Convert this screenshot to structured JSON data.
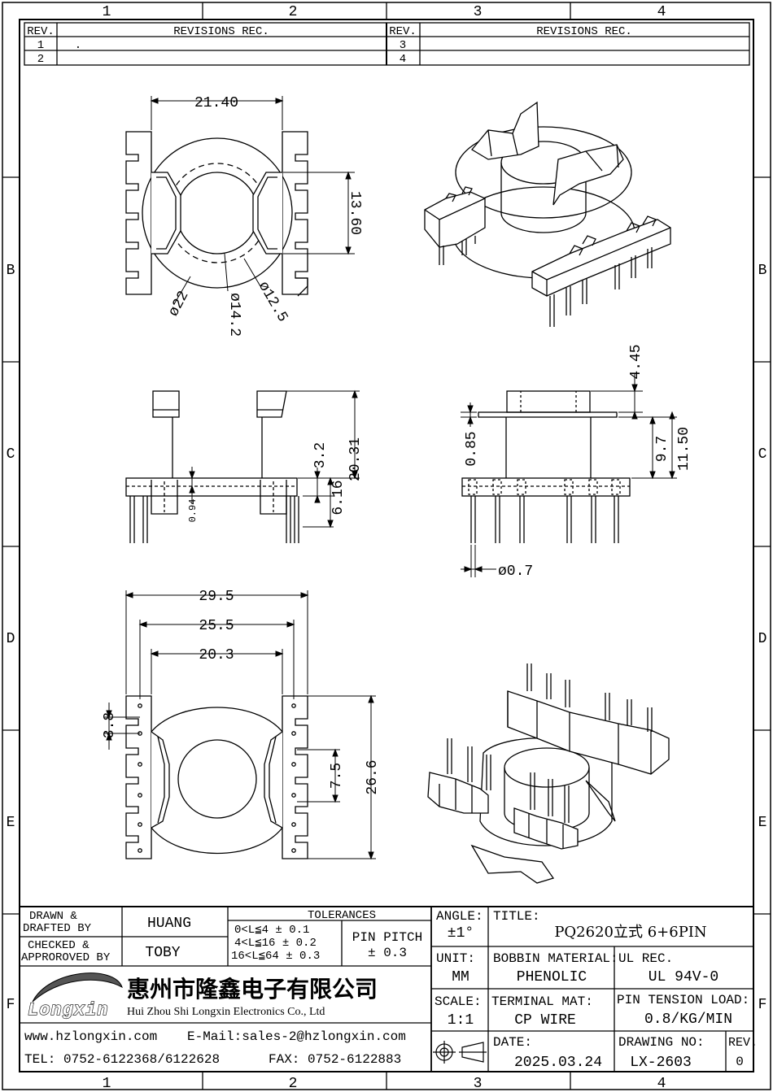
{
  "frame": {
    "columns": [
      "1",
      "2",
      "3",
      "4"
    ],
    "rows": [
      "B",
      "C",
      "D",
      "E",
      "F"
    ]
  },
  "revisions": {
    "header_rev": "REV.",
    "header_rec": "REVISIONS REC.",
    "rows": [
      {
        "rev": "1",
        "rec": "."
      },
      {
        "rev": "2",
        "rec": ""
      },
      {
        "rev": "3",
        "rec": ""
      },
      {
        "rev": "4",
        "rec": ""
      }
    ]
  },
  "dimensions": {
    "top": {
      "width": "21.40",
      "height": "13.60",
      "d_outer": "ø22",
      "d_core": "ø14.2",
      "d_inner": "ø12.5"
    },
    "front": {
      "height": "20.31",
      "h1": "3.2",
      "h2": "6.16",
      "t": "0.94"
    },
    "side": {
      "top_h": "4.45",
      "flange": "0.85",
      "h1": "9.7",
      "h2": "11.50",
      "pin_d": "ø0.7"
    },
    "bottom": {
      "w1": "29.5",
      "w2": "25.5",
      "w3": "20.3",
      "pitch": "3.8",
      "h1": "7.5",
      "h2": "26.6"
    }
  },
  "title_block": {
    "drawn_label": [
      "DRAWN &",
      "DRAFTED BY"
    ],
    "drawn_value": "HUANG",
    "checked_label": [
      "CHECKED &",
      "APPROROVED BY"
    ],
    "checked_value": "TOBY",
    "tolerances_label": "TOLERANCES",
    "tolerance_lines": [
      "0<L≦4   ± 0.1",
      "4<L≦16  ± 0.2",
      "16<L≦64 ± 0.3"
    ],
    "pin_pitch_label": "PIN PITCH",
    "pin_pitch_value": "± 0.3",
    "angle_label": "ANGLE:",
    "angle_value": "±1°",
    "title_label": "TITLE:",
    "title_value": "PQ2620立式 6+6PIN",
    "unit_label": "UNIT:",
    "unit_value": "MM",
    "bobbin_label": "BOBBIN MATERIAL:",
    "bobbin_value": "PHENOLIC",
    "ul_label": "UL REC.",
    "ul_value": "UL 94V-0",
    "scale_label": "SCALE:",
    "scale_value": "1:1",
    "terminal_label": "TERMINAL MAT:",
    "terminal_value": "CP WIRE",
    "pin_tension_label": "PIN TENSION LOAD:",
    "pin_tension_value": "0.8/KG/MIN",
    "date_label": "DATE:",
    "date_value": "2025.03.24",
    "drawing_no_label": "DRAWING NO:",
    "drawing_no_value": "LX-2603",
    "rev_label": "REV.",
    "rev_value": "0"
  },
  "company": {
    "logo_text": "Longxin",
    "name_cn": "惠州市隆鑫电子有限公司",
    "name_en": "Hui Zhou Shi Longxin  Electronics Co., Ltd",
    "web": "www.hzlongxin.com",
    "email": "E-Mail:sales-2@hzlongxin.com",
    "tel": "TEL: 0752-6122368/6122628",
    "fax": "FAX: 0752-6122883"
  }
}
